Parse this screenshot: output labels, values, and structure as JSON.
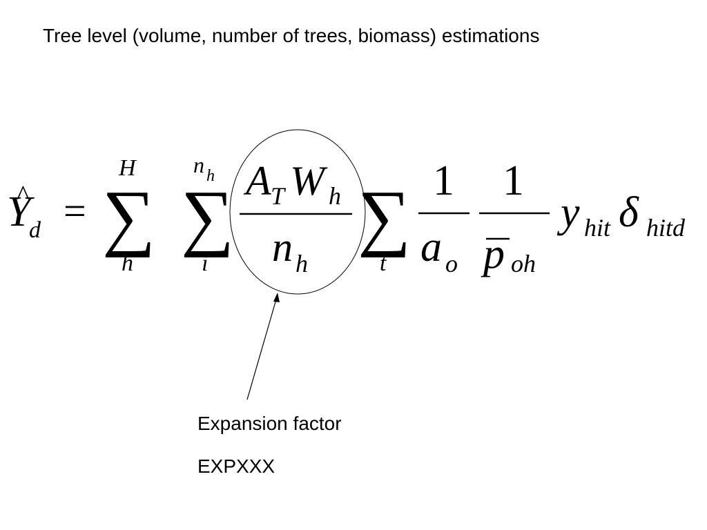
{
  "slide": {
    "title": "Tree level (volume, number of trees, biomass) estimations"
  },
  "formula": {
    "lhs": {
      "symbol": "Y",
      "hat": "^",
      "subscript": "d"
    },
    "equals": "=",
    "sum1": {
      "sigma": "∑",
      "upper": "H",
      "lower": "h"
    },
    "sum2": {
      "sigma": "∑",
      "upper_base": "n",
      "upper_sub": "h",
      "lower": "i"
    },
    "fraction1": {
      "num_a": "A",
      "num_a_sub": "T",
      "num_w": "W",
      "num_w_sub": "h",
      "den": "n",
      "den_sub": "h"
    },
    "sum3": {
      "sigma": "∑",
      "lower": "t"
    },
    "fraction2": {
      "num": "1",
      "den": "a",
      "den_sub": "o"
    },
    "fraction3": {
      "num": "1",
      "den": "p",
      "den_sub": "oh"
    },
    "tail": {
      "y": "y",
      "y_sub": "hit",
      "delta": "δ",
      "delta_sub": "hitd"
    }
  },
  "annotation": {
    "label": "Expansion factor",
    "code": "EXPXXX"
  }
}
